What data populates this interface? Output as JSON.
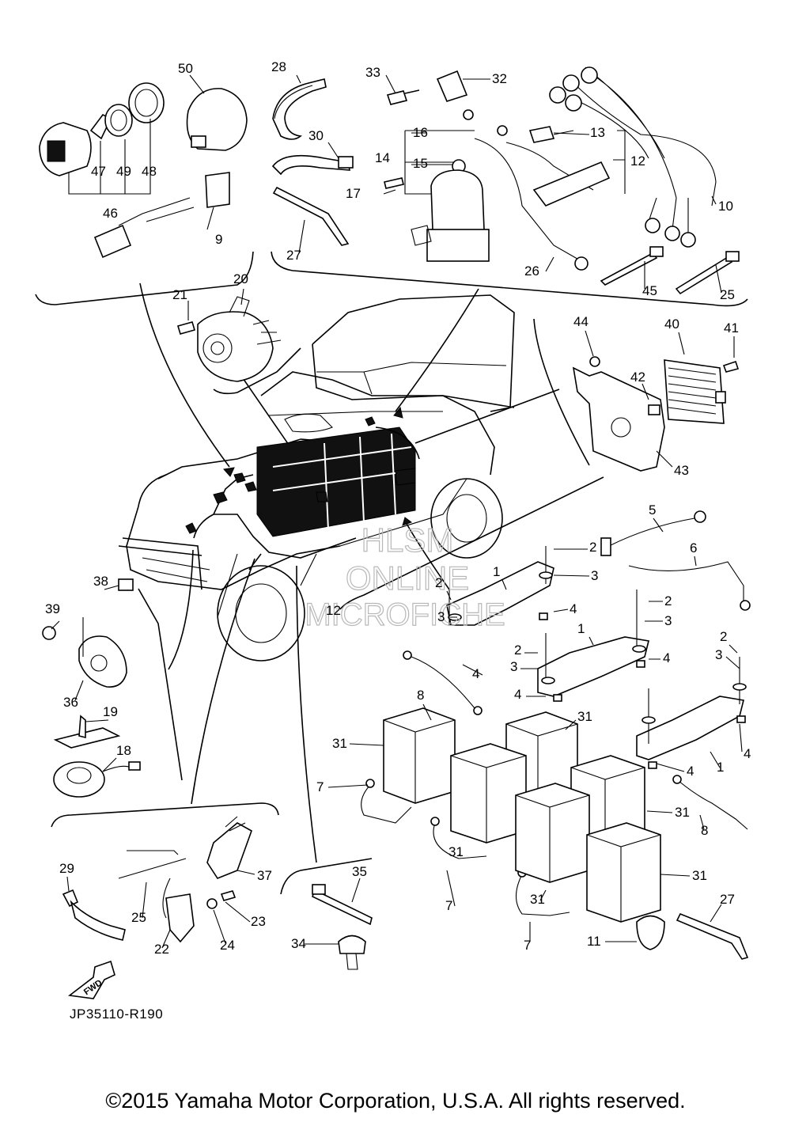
{
  "diagram": {
    "code": "JP35110-R190",
    "copyright": "©2015 Yamaha Motor Corporation, U.S.A. All rights reserved.",
    "watermark": [
      "HLSM",
      "ONLINE",
      "MICROFICHE"
    ],
    "fwd_label": "FWD"
  },
  "callouts": [
    {
      "id": "c50",
      "text": "50"
    },
    {
      "id": "c47",
      "text": "47"
    },
    {
      "id": "c49",
      "text": "49"
    },
    {
      "id": "c48",
      "text": "48"
    },
    {
      "id": "c46",
      "text": "46"
    },
    {
      "id": "c9",
      "text": "9"
    },
    {
      "id": "c28",
      "text": "28"
    },
    {
      "id": "c33",
      "text": "33"
    },
    {
      "id": "c32",
      "text": "32"
    },
    {
      "id": "c30",
      "text": "30"
    },
    {
      "id": "c16",
      "text": "16"
    },
    {
      "id": "c13",
      "text": "13"
    },
    {
      "id": "c14",
      "text": "14"
    },
    {
      "id": "c15",
      "text": "15"
    },
    {
      "id": "c12a",
      "text": "12"
    },
    {
      "id": "c17",
      "text": "17"
    },
    {
      "id": "c10",
      "text": "10"
    },
    {
      "id": "c27a",
      "text": "27"
    },
    {
      "id": "c26",
      "text": "26"
    },
    {
      "id": "c45",
      "text": "45"
    },
    {
      "id": "c25a",
      "text": "25"
    },
    {
      "id": "c21",
      "text": "21"
    },
    {
      "id": "c20",
      "text": "20"
    },
    {
      "id": "c44",
      "text": "44"
    },
    {
      "id": "c40",
      "text": "40"
    },
    {
      "id": "c41",
      "text": "41"
    },
    {
      "id": "c42",
      "text": "42"
    },
    {
      "id": "c43",
      "text": "43"
    },
    {
      "id": "c5",
      "text": "5"
    },
    {
      "id": "c6",
      "text": "6"
    },
    {
      "id": "c2a",
      "text": "2"
    },
    {
      "id": "c1a",
      "text": "1"
    },
    {
      "id": "c3a",
      "text": "3"
    },
    {
      "id": "c2b",
      "text": "2"
    },
    {
      "id": "c3b",
      "text": "3"
    },
    {
      "id": "c4a",
      "text": "4"
    },
    {
      "id": "c12b",
      "text": "12"
    },
    {
      "id": "c2c",
      "text": "2"
    },
    {
      "id": "c3c",
      "text": "3"
    },
    {
      "id": "c1b",
      "text": "1"
    },
    {
      "id": "c4b",
      "text": "4"
    },
    {
      "id": "c2d",
      "text": "2"
    },
    {
      "id": "c3d",
      "text": "3"
    },
    {
      "id": "c2e",
      "text": "2"
    },
    {
      "id": "c3e",
      "text": "3"
    },
    {
      "id": "c4c",
      "text": "4"
    },
    {
      "id": "c4d",
      "text": "4"
    },
    {
      "id": "c4e",
      "text": "4"
    },
    {
      "id": "c1c",
      "text": "1"
    },
    {
      "id": "c4f",
      "text": "4"
    },
    {
      "id": "c38",
      "text": "38"
    },
    {
      "id": "c39",
      "text": "39"
    },
    {
      "id": "c36",
      "text": "36"
    },
    {
      "id": "c19",
      "text": "19"
    },
    {
      "id": "c18",
      "text": "18"
    },
    {
      "id": "c8a",
      "text": "8"
    },
    {
      "id": "c31a",
      "text": "31"
    },
    {
      "id": "c31b",
      "text": "31"
    },
    {
      "id": "c7a",
      "text": "7"
    },
    {
      "id": "c31c",
      "text": "31"
    },
    {
      "id": "c8b",
      "text": "8"
    },
    {
      "id": "c31d",
      "text": "31"
    },
    {
      "id": "c7b",
      "text": "7"
    },
    {
      "id": "c31e",
      "text": "31"
    },
    {
      "id": "c31f",
      "text": "31"
    },
    {
      "id": "c7c",
      "text": "7"
    },
    {
      "id": "c11",
      "text": "11"
    },
    {
      "id": "c27b",
      "text": "27"
    },
    {
      "id": "c37",
      "text": "37"
    },
    {
      "id": "c29",
      "text": "29"
    },
    {
      "id": "c25b",
      "text": "25"
    },
    {
      "id": "c23",
      "text": "23"
    },
    {
      "id": "c22",
      "text": "22"
    },
    {
      "id": "c24",
      "text": "24"
    },
    {
      "id": "c35",
      "text": "35"
    },
    {
      "id": "c34",
      "text": "34"
    }
  ]
}
